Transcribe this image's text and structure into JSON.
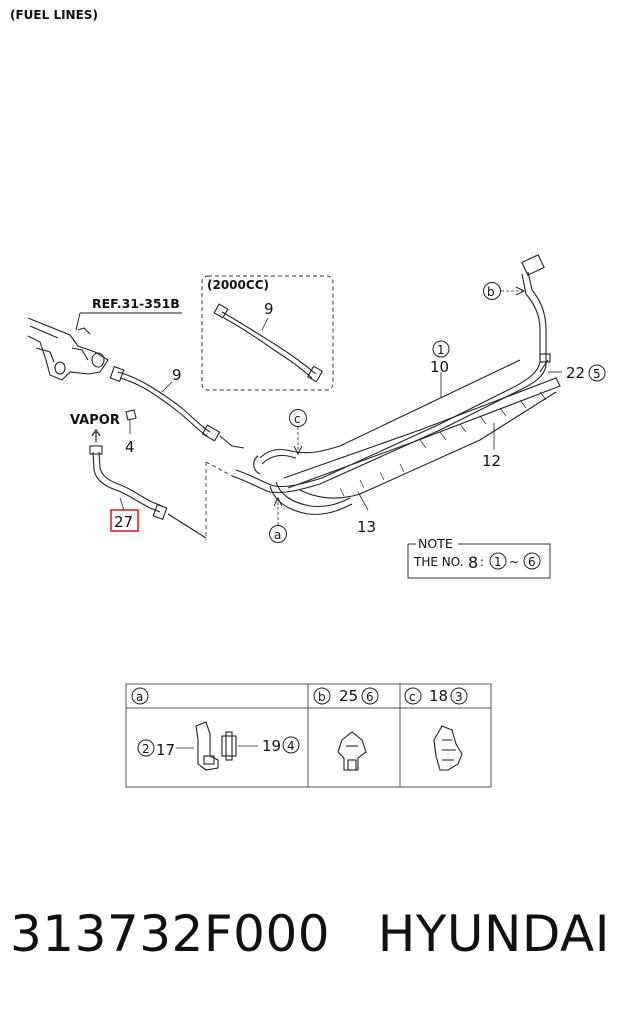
{
  "title": "(FUEL LINES)",
  "ref_label": "REF.31-351B",
  "variant_label": "(2000CC)",
  "vapor_label": "VAPOR",
  "callouts": {
    "c9_inset": "9",
    "c9": "9",
    "c1": "1",
    "c10": "10",
    "c22": "22",
    "c5": "5",
    "c12": "12",
    "c13": "13",
    "c4": "4",
    "c27": "27",
    "ca": "a",
    "cb": "b",
    "cc": "c"
  },
  "note": {
    "header": "NOTE",
    "text_prefix": "THE NO.",
    "number": "8",
    "colon": ":",
    "from": "1",
    "tilde": "~",
    "to": "6"
  },
  "legend": {
    "cells": [
      {
        "letter": "a",
        "parts": [
          {
            "num": "17",
            "ref": "2"
          },
          {
            "num": "19",
            "ref": "4"
          }
        ]
      },
      {
        "letter": "b",
        "num": "25",
        "ref": "6"
      },
      {
        "letter": "c",
        "num": "18",
        "ref": "3"
      }
    ]
  },
  "highlight_color": "#d9262b",
  "part_number": "313732F000",
  "brand": "HYUNDAI"
}
